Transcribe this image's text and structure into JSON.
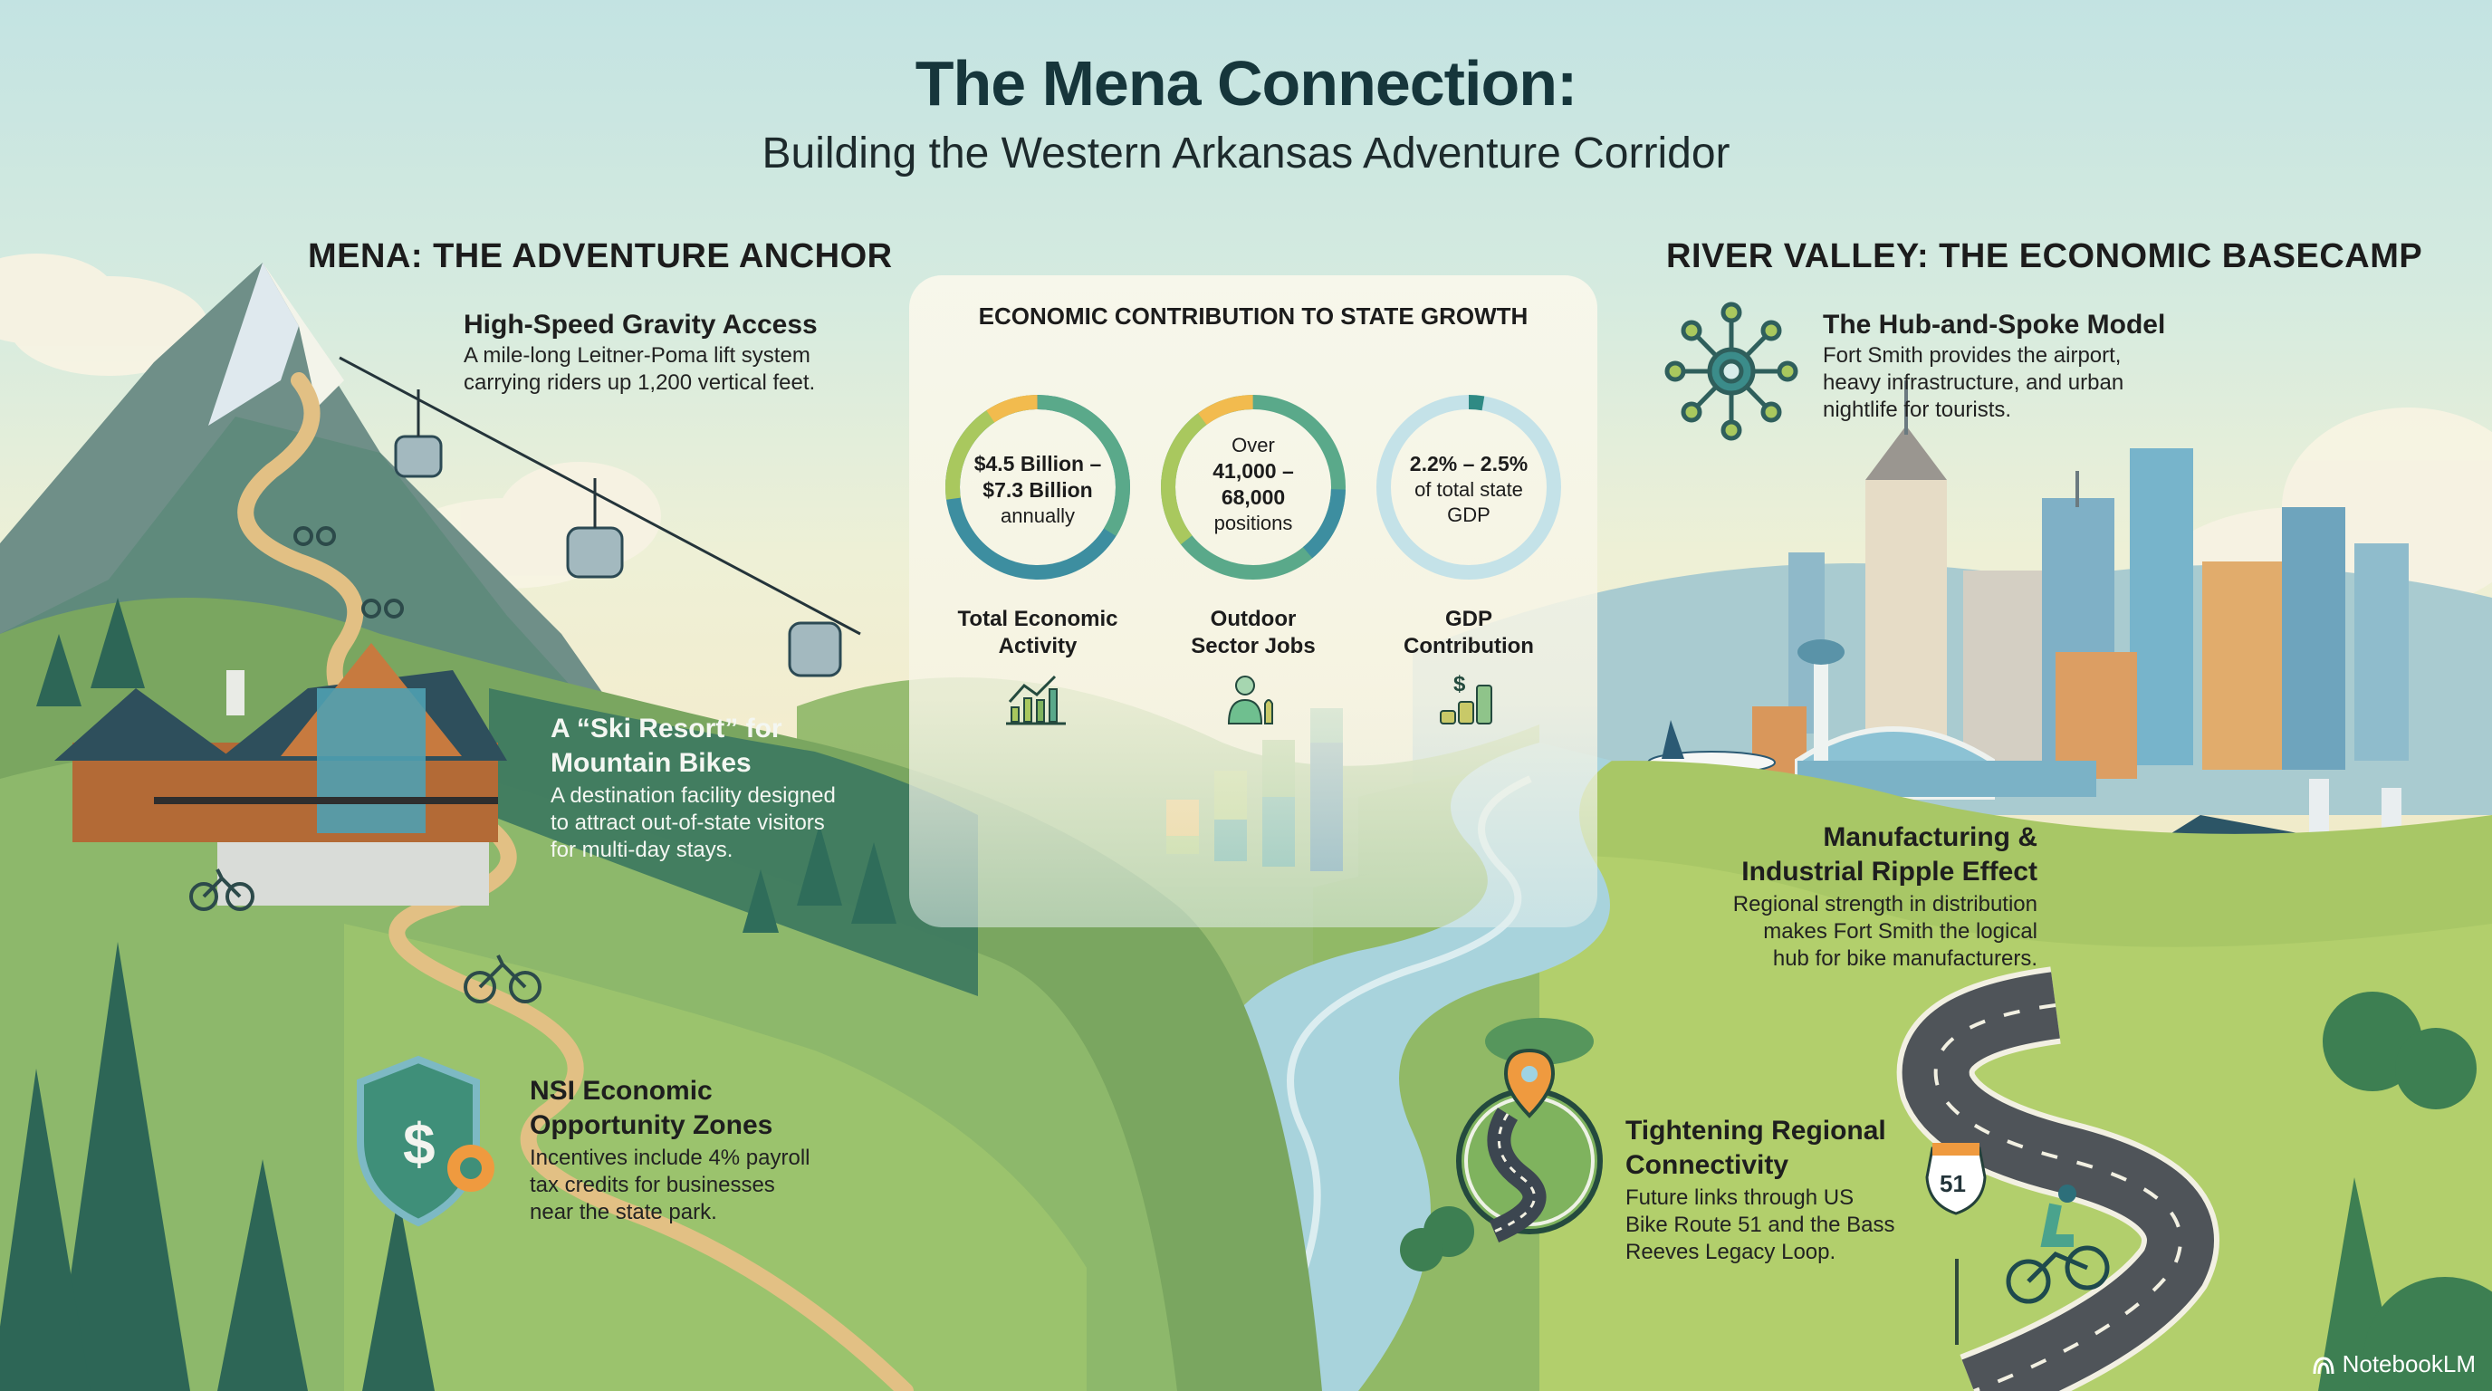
{
  "header": {
    "title": "The Mena Connection:",
    "subtitle": "Building the Western Arkansas Adventure Corridor"
  },
  "left_section": {
    "heading": "MENA: THE ADVENTURE ANCHOR",
    "features": [
      {
        "title": "High-Speed Gravity Access",
        "body_lines": [
          "A mile-long Leitner-Poma lift system",
          "carrying riders up 1,200 vertical feet."
        ],
        "icon": "gondola-lift-icon"
      },
      {
        "title_lines": [
          "A “Ski Resort” for",
          "Mountain Bikes"
        ],
        "body_lines": [
          "A destination facility designed",
          "to attract out-of-state visitors",
          "for multi-day stays."
        ],
        "icon": "lodge-icon"
      },
      {
        "title_lines": [
          "NSI Economic",
          "Opportunity Zones"
        ],
        "body_lines": [
          "Incentives include 4% payroll",
          "tax credits for businesses",
          "near the state park."
        ],
        "icon": "shield-dollar-gear-icon"
      }
    ]
  },
  "center_panel": {
    "heading": "ECONOMIC CONTRIBUTION TO STATE GROWTH",
    "stats": [
      {
        "value_lines": [
          "$4.5 Billion –",
          "$7.3 Billion",
          "annually"
        ],
        "label_lines": [
          "Total Economic",
          "Activity"
        ],
        "icon": "growth-chart-icon"
      },
      {
        "value_lines": [
          "Over",
          "41,000 –",
          "68,000",
          "positions"
        ],
        "label_lines": [
          "Outdoor",
          "Sector Jobs"
        ],
        "icon": "worker-icon"
      },
      {
        "value_lines": [
          "2.2% – 2.5%",
          "of total state",
          "GDP"
        ],
        "label_lines": [
          "GDP",
          "Contribution"
        ],
        "icon": "dollar-coins-icon"
      }
    ]
  },
  "right_section": {
    "heading": "RIVER VALLEY: THE ECONOMIC BASECAMP",
    "features": [
      {
        "title": "The Hub-and-Spoke Model",
        "body_lines": [
          "Fort Smith provides the airport,",
          "heavy infrastructure, and urban",
          "nightlife for tourists."
        ],
        "icon": "hub-spoke-icon"
      },
      {
        "title_lines": [
          "Manufacturing &",
          "Industrial Ripple Effect"
        ],
        "body_lines": [
          "Regional strength in distribution",
          "makes Fort Smith the logical",
          "hub for bike manufacturers."
        ],
        "icon": "factory-icon"
      },
      {
        "title_lines": [
          "Tightening Regional",
          "Connectivity"
        ],
        "body_lines": [
          "Future links through US",
          "Bike Route 51 and the Bass",
          "Reeves Legacy Loop."
        ],
        "icon": "map-pin-road-icon"
      }
    ],
    "route_sign": "51"
  },
  "brand": {
    "label": "NotebookLM"
  },
  "colors": {
    "title": "#16363b",
    "teal": "#2f7f86",
    "green": "#5e9e58",
    "yellow": "#f2bb4e",
    "light_green": "#a9c85e",
    "sky": "#c3e3e2",
    "orange": "#ef9a3f"
  }
}
